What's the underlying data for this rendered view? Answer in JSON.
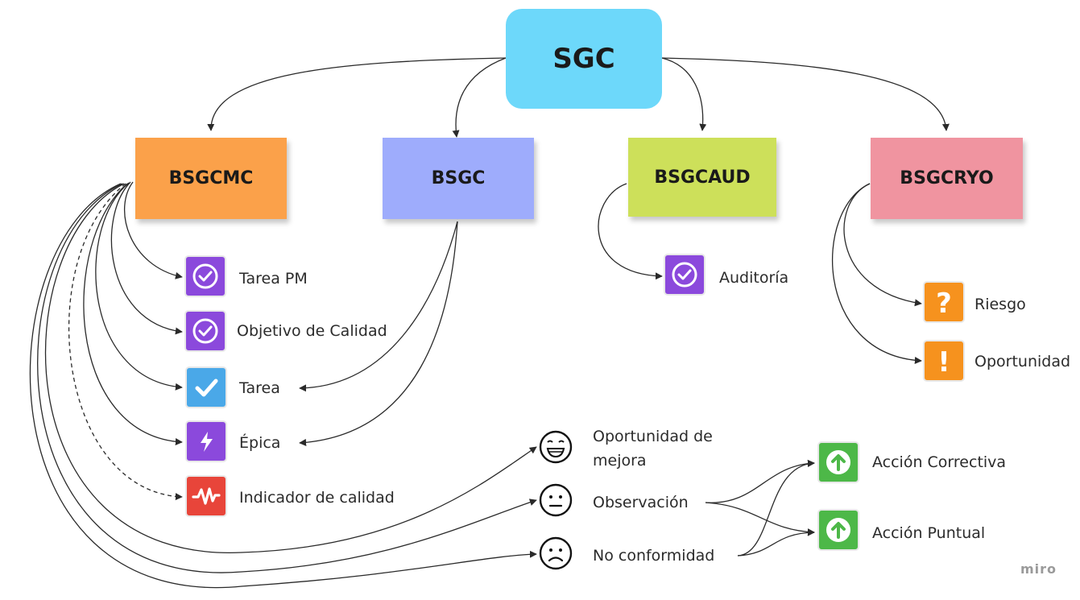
{
  "root": {
    "label": "SGC",
    "color": "#6dd8fa"
  },
  "groups": [
    {
      "id": "bsgcmc",
      "label": "BSGCMC",
      "color": "#fba14a"
    },
    {
      "id": "bsgc",
      "label": "BSGC",
      "color": "#9eacfc"
    },
    {
      "id": "bsgcaud",
      "label": "BSGCAUD",
      "color": "#cde05a"
    },
    {
      "id": "bsgcryo",
      "label": "BSGCRYO",
      "color": "#f094a0"
    }
  ],
  "items": {
    "tarea_pm": {
      "label": "Tarea PM",
      "icon": "check-circle-icon",
      "color": "#8b49dc"
    },
    "objetivo": {
      "label": "Objetivo de Calidad",
      "icon": "check-circle-icon",
      "color": "#8b49dc"
    },
    "tarea": {
      "label": "Tarea",
      "icon": "checkmark-icon",
      "color": "#4aa8e8"
    },
    "epica": {
      "label": "Épica",
      "icon": "lightning-icon",
      "color": "#8b49dc"
    },
    "indicador": {
      "label": "Indicador de calidad",
      "icon": "pulse-icon",
      "color": "#e8453a"
    },
    "auditoria": {
      "label": "Auditoría",
      "icon": "check-circle-icon",
      "color": "#8b49dc"
    },
    "riesgo": {
      "label": "Riesgo",
      "icon": "question-icon",
      "color": "#f6921e"
    },
    "oportunidad": {
      "label": "Oportunidad",
      "icon": "exclamation-icon",
      "color": "#f6921e"
    },
    "oportunidad_mejora": {
      "label": "Oportunidad de mejora",
      "icon": "grin-face-icon"
    },
    "observacion": {
      "label": "Observación",
      "icon": "neutral-face-icon"
    },
    "no_conformidad": {
      "label": "No conformidad",
      "icon": "sad-face-icon"
    },
    "accion_correctiva": {
      "label": "Acción Correctiva",
      "icon": "arrow-up-icon",
      "color": "#4db848"
    },
    "accion_puntual": {
      "label": "Acción Puntual",
      "icon": "arrow-up-icon",
      "color": "#4db848"
    }
  },
  "watermark": "miro"
}
